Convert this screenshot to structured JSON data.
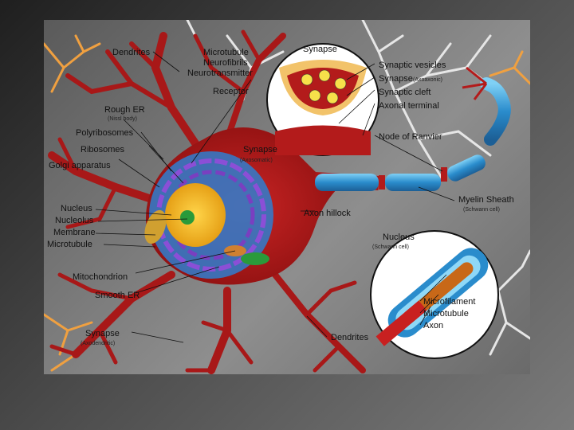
{
  "diagram": {
    "labels": {
      "dendrites_top": "Dendrites",
      "microtubule_top": "Microtubule",
      "neurofibrils": "Neurofibrils",
      "neurotransmitter": "Neurotransmitter",
      "receptor": "Receptor",
      "rough_er": "Rough ER",
      "nissl_body": "(Nissl body)",
      "polyribosomes": "Polyribosomes",
      "ribosomes": "Ribosomes",
      "golgi": "Golgi apparatus",
      "synapse_axosomatic": "Synapse",
      "axosomatic_sub": "(Axosomatic)",
      "nucleus": "Nucleus",
      "nucleolus": "Nucleolus",
      "membrane": "Membrane",
      "microtubule_left": "Microtubule",
      "mitochondrion": "Mitochondrion",
      "smooth_er": "Smooth ER",
      "synapse_axodendritic": "Synapse",
      "axodendritic_sub": "(Axodendritic)",
      "dendrites_bottom": "Dendrites",
      "axon_hillock": "Axon hillock",
      "synapse_title": "Synapse",
      "synaptic_vesicles": "Synaptic vesicles",
      "synapse_axoaxonic": "Synapse",
      "axoaxonic_sub": "(Axoaxonic)",
      "synaptic_cleft": "Synaptic cleft",
      "axonal_terminal": "Axonal terminal",
      "node_of_ranvier": "Node of Ranvier",
      "myelin_sheath": "Myelin Sheath",
      "schwann_cell_sub": "(Schwann cell)",
      "nucleus_schwann": "Nucleus",
      "nucleus_schwann_sub": "(Schwann cell)",
      "microfilament": "Microfilament",
      "microtubule_inset": "Microtubule",
      "axon": "Axon"
    },
    "colors": {
      "neuron_body": "#b31b1b",
      "nucleus": "#f0b020",
      "er": "#7a3fc0",
      "myelin": "#3aa0d8",
      "inset_bg": "#ffffff",
      "background_neurons_light": "#e8e8e8",
      "background_neurons_orange": "#f0a040"
    }
  }
}
